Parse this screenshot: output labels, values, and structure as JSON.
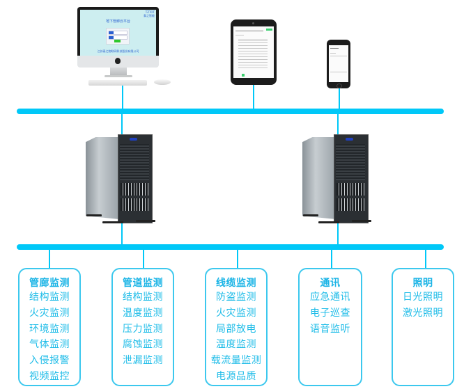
{
  "diagram": {
    "title": "",
    "accent_color": "#00c8f8",
    "text_color": "#1ebce8"
  },
  "clients": {
    "desktop": {
      "icon": "desktop-computer-icon",
      "screen_title": "地下管廊云平台",
      "screen_brand_line1": "TZTOT",
      "screen_brand_line2": "泰之智能",
      "login_button": "登录",
      "screen_footer": "江苏泰之物联网科技股份有限公司"
    },
    "tablet": {
      "icon": "tablet-icon"
    },
    "phone": {
      "icon": "smartphone-icon"
    }
  },
  "servers": [
    {
      "icon": "tower-server-icon"
    },
    {
      "icon": "tower-server-icon"
    }
  ],
  "categories": [
    {
      "title": "管廊监测",
      "items": [
        "结构监测",
        "火灾监测",
        "环境监测",
        "气体监测",
        "入侵报警",
        "视频监控"
      ]
    },
    {
      "title": "管道监测",
      "items": [
        "结构监测",
        "温度监测",
        "压力监测",
        "腐蚀监测",
        "泄漏监测"
      ]
    },
    {
      "title": "线缆监测",
      "items": [
        "防盗监测",
        "火灾监测",
        "局部放电",
        "温度监测",
        "载流量监测",
        "电源品质"
      ]
    },
    {
      "title": "通讯",
      "items": [
        "应急通讯",
        "电子巡查",
        "语音监听"
      ]
    },
    {
      "title": "照明",
      "items": [
        "日光照明",
        "激光照明"
      ]
    }
  ]
}
